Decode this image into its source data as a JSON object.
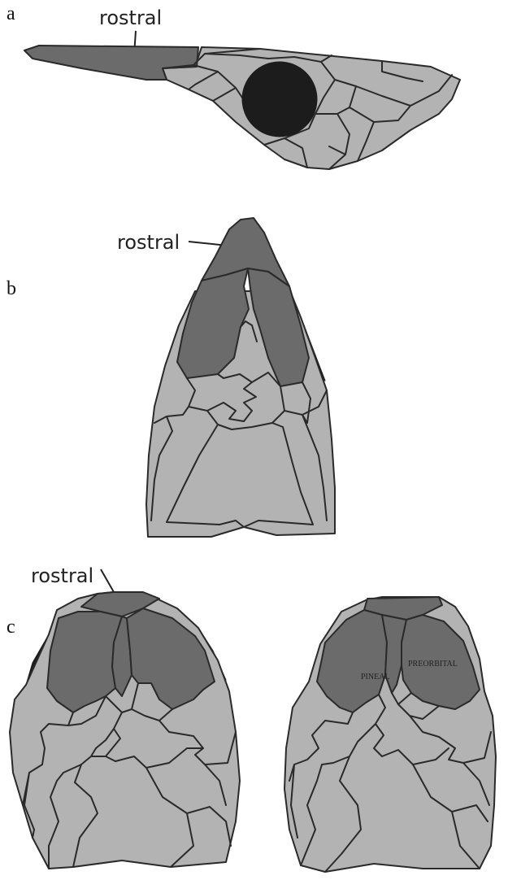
{
  "panels": {
    "a": {
      "letter": "a",
      "label": "rostral"
    },
    "b": {
      "letter": "b",
      "label": "rostral"
    },
    "c": {
      "letter": "c",
      "label": "rostral",
      "bone_names": {
        "pineal": "PINEAL",
        "preorbital": "PREORBITAL"
      }
    }
  },
  "colors": {
    "light_bone": "#b3b3b3",
    "dark_bone": "#6b6b6b",
    "black_bone": "#1c1c1c",
    "outline": "#2a2a2a"
  }
}
